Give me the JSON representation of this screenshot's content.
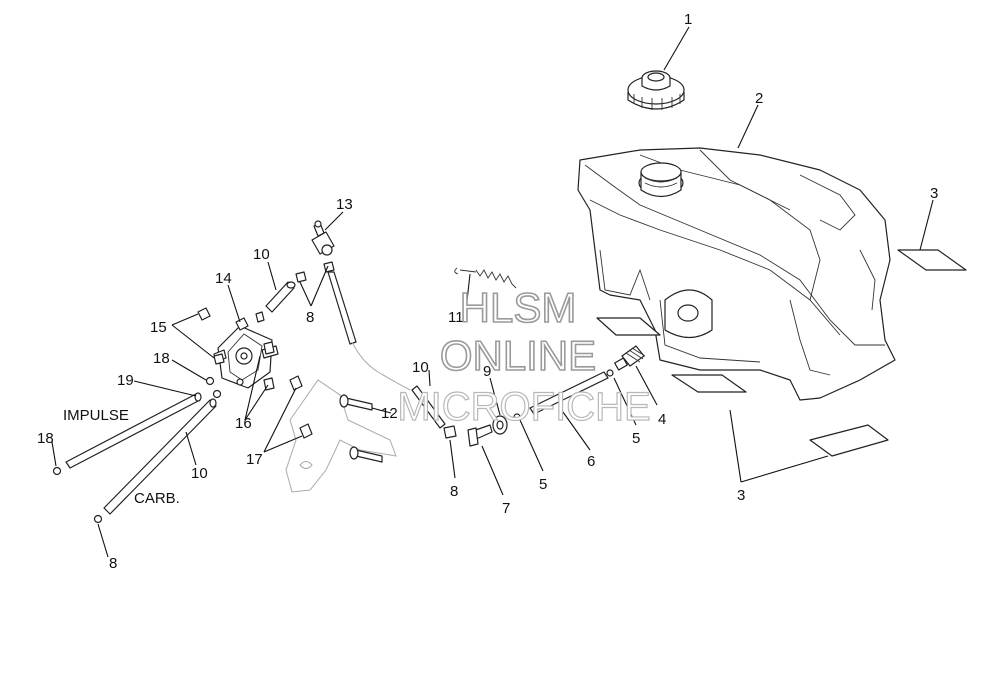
{
  "callouts": {
    "c1": "1",
    "c2": "2",
    "c3a": "3",
    "c3b": "3",
    "c4": "4",
    "c5a": "5",
    "c5b": "5",
    "c6": "6",
    "c7": "7",
    "c8a": "8",
    "c8b": "8",
    "c8c": "8",
    "c9": "9",
    "c10a": "10",
    "c10b": "10",
    "c10c": "10",
    "c11": "11",
    "c12": "12",
    "c13": "13",
    "c14": "14",
    "c15": "15",
    "c16": "16",
    "c17": "17",
    "c18a": "18",
    "c18b": "18",
    "c19": "19"
  },
  "hose_labels": {
    "impulse": "IMPULSE",
    "carb": "CARB."
  },
  "watermark": {
    "line1": "HLSM",
    "line2": "ONLINE",
    "line3": "MICROFICHE"
  }
}
